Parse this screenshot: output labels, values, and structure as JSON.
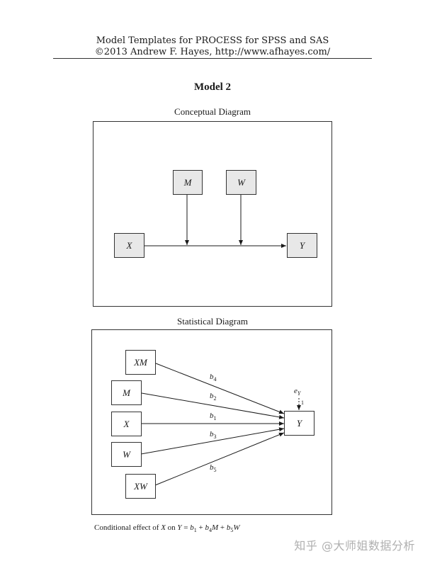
{
  "header": {
    "line1": "Model Templates for PROCESS for SPSS and SAS",
    "line2": "©2013 Andrew F. Hayes, http://www.afhayes.com/"
  },
  "model_title": "Model 2",
  "conceptual": {
    "title": "Conceptual Diagram",
    "nodes": {
      "x": "X",
      "m": "M",
      "w": "W",
      "y": "Y"
    }
  },
  "statistical": {
    "title": "Statistical Diagram",
    "nodes": {
      "xm": "XM",
      "m": "M",
      "x": "X",
      "w": "W",
      "xw": "XW",
      "y": "Y"
    },
    "coefficients": {
      "b4": {
        "base": "b",
        "sub": "4"
      },
      "b2": {
        "base": "b",
        "sub": "2"
      },
      "b1": {
        "base": "b",
        "sub": "1"
      },
      "b3": {
        "base": "b",
        "sub": "3"
      },
      "b5": {
        "base": "b",
        "sub": "5"
      }
    },
    "error": {
      "base": "e",
      "sub": "Y",
      "loading": "1"
    }
  },
  "conditional_effect": {
    "prefix": "Conditional effect of ",
    "x": "X",
    "on": " on ",
    "y": "Y",
    "equals": " = ",
    "t1": "b",
    "t1_sub": "1",
    "plus1": " + ",
    "t2": "b",
    "t2_sub": "4",
    "t2_var": "M",
    "plus2": " + ",
    "t3": "b",
    "t3_sub": "5",
    "t3_var": "W"
  },
  "watermark": "知乎 @大师姐数据分析"
}
